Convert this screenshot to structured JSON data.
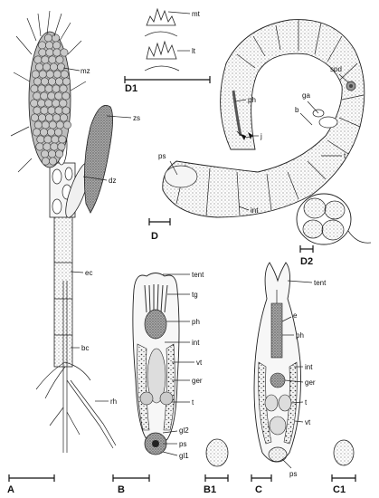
{
  "panels": {
    "A": "A",
    "B": "B",
    "B1": "B1",
    "C": "C",
    "C1": "C1",
    "D": "D",
    "D1": "D1",
    "D2": "D2"
  },
  "labels": {
    "mz": "mz",
    "zs": "zs",
    "dz": "dz",
    "ec": "ec",
    "bc": "bc",
    "rh": "rh",
    "mt": "mt",
    "lt": "lt",
    "spd": "spd",
    "ph_d": "ph",
    "ga": "ga",
    "b": "b",
    "j": "j",
    "t_d": "t",
    "ps_d": "ps",
    "int_d": "int",
    "tent_b": "tent",
    "tg": "tg",
    "ph_b": "ph",
    "int_b": "int",
    "vt_b": "vt",
    "ger_b": "ger",
    "t_b": "t",
    "gl2": "gl2",
    "ps_b": "ps",
    "gl1": "gl1",
    "tent_c": "tent",
    "e": "e",
    "ph_c": "ph",
    "int_c": "int",
    "ger_c": "ger",
    "t_c": "t",
    "vt_c": "vt",
    "ps_c": "ps"
  },
  "colors": {
    "ink": "#222222",
    "fill_light": "#e8e8e8",
    "fill_mid": "#9a9a9a",
    "fill_dark": "#555555"
  }
}
